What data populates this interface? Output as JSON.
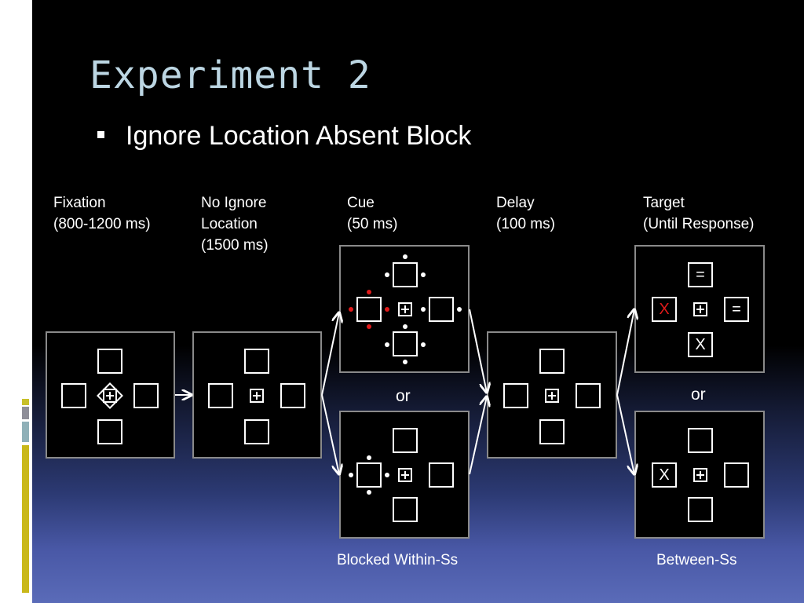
{
  "slide": {
    "title": "Experiment 2",
    "bullet": "Ignore Location Absent Block"
  },
  "stages": [
    {
      "line1": "Fixation",
      "line2": "(800-1200 ms)",
      "line3": ""
    },
    {
      "line1": "No Ignore",
      "line2": "Location",
      "line3": "(1500 ms)"
    },
    {
      "line1": "Cue",
      "line2": "(50 ms)",
      "line3": ""
    },
    {
      "line1": "Delay",
      "line2": "(100 ms)",
      "line3": ""
    },
    {
      "line1": "Target",
      "line2": "(Until Response)",
      "line3": ""
    }
  ],
  "or_label": "or",
  "footer": {
    "within": "Blocked Within-Ss",
    "between": "Between-Ss"
  },
  "target_letters": {
    "top": "=",
    "left": "X",
    "right": "=",
    "bottom": "X",
    "lower_left": "X"
  },
  "colors": {
    "background": "#000000",
    "title": "#bcd6e3",
    "cue_red": "#e01a1a",
    "panel_border": "#8a8a8a"
  }
}
